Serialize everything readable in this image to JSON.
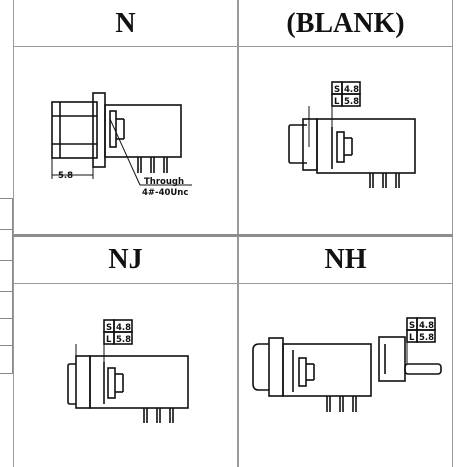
{
  "headers": {
    "n": "N",
    "blank": "(BLANK)",
    "nj": "NJ",
    "nh": "NH"
  },
  "annotations": {
    "n_dim": "5.8",
    "n_callout_line1": "Through",
    "n_callout_line2": "4#-40Unc",
    "s_label": "S",
    "s_value": "4.8",
    "l_label": "L",
    "l_value": "5.8"
  }
}
